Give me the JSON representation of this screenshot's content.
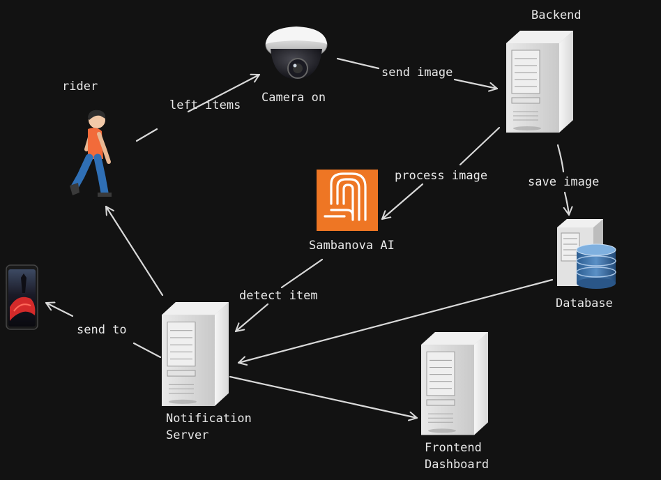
{
  "nodes": {
    "rider": "rider",
    "camera": "Camera on",
    "backend": "Backend",
    "sambanova": "Sambanova AI",
    "database": "Database",
    "notification": [
      "Notification",
      "Server"
    ],
    "frontend": [
      "Frontend",
      "Dashboard"
    ]
  },
  "edges": {
    "left_items": "left items",
    "send_image": "send image",
    "process_image": "process image",
    "save_image": "save image",
    "detect_item": "detect item",
    "send_to": "send to"
  },
  "colors": {
    "background": "#121212",
    "stroke": "#d9d9d9",
    "text": "#e8e8e8",
    "sambanova_orange": "#ee7624",
    "shirt": "#f26b3a",
    "jeans": "#2f6fb5"
  },
  "icons": {
    "rider": "walking-person-icon",
    "camera": "dome-camera-icon",
    "backend": "server-tower-icon",
    "sambanova": "sambanova-logo-icon",
    "database": "database-server-icon",
    "notification": "server-tower-icon",
    "frontend": "server-tower-icon",
    "phone": "smartphone-icon"
  }
}
